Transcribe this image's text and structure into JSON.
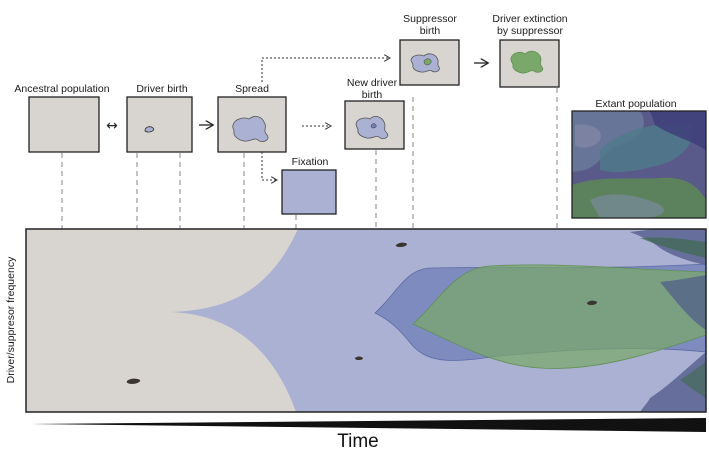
{
  "stages": {
    "ancestral": "Ancestral population",
    "driver_birth": "Driver birth",
    "spread": "Spread",
    "fixation": "Fixation",
    "new_driver_birth_1": "New driver",
    "new_driver_birth_2": "birth",
    "suppressor_birth_1": "Suppressor",
    "suppressor_birth_2": "birth",
    "driver_extinction_1": "Driver extinction",
    "driver_extinction_2": "by suppressor",
    "extant": "Extant population"
  },
  "arrows": {
    "bidirectional": "↔",
    "right": "→"
  },
  "axes": {
    "y_label": "Driver/suppresor frequency",
    "x_label": "Time"
  },
  "colors": {
    "wildtype": "#d8d4d0",
    "driver": "#aab1d3",
    "new_driver": "#6f7fb8",
    "suppressor": "#7aa86a",
    "extant_dark": "#5a5a8a",
    "cell": "#3a3530"
  }
}
